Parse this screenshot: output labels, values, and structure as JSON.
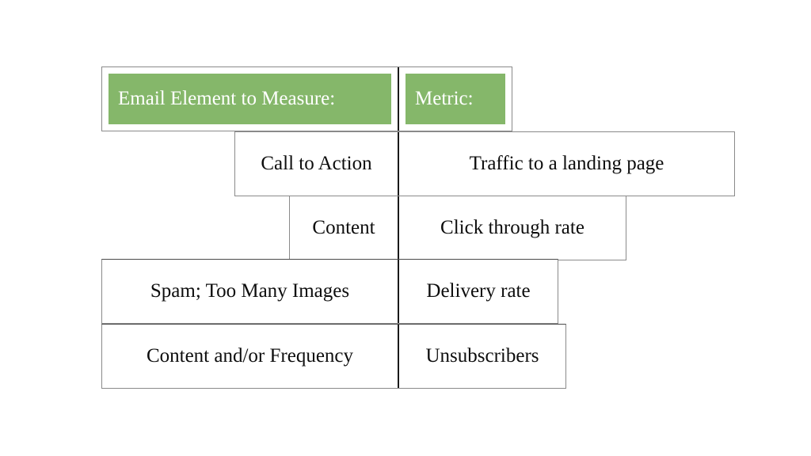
{
  "table": {
    "columns": [
      {
        "key": "element",
        "header": "Email Element to Measure:"
      },
      {
        "key": "metric",
        "header": "Metric:"
      }
    ],
    "header_highlight_color": "#85b76a",
    "header_text_color": "#ffffff",
    "border_color": "#8a8a8a",
    "divider_color": "#1a1a1a",
    "background_color": "#ffffff",
    "rows": [
      {
        "element": "Call to Action",
        "metric": "Traffic to a landing page"
      },
      {
        "element": "Content",
        "metric": "Click through rate"
      },
      {
        "element": "Spam; Too Many Images",
        "metric": "Delivery rate"
      },
      {
        "element": "Content and/or Frequency",
        "metric": "Unsubscribers"
      }
    ]
  }
}
